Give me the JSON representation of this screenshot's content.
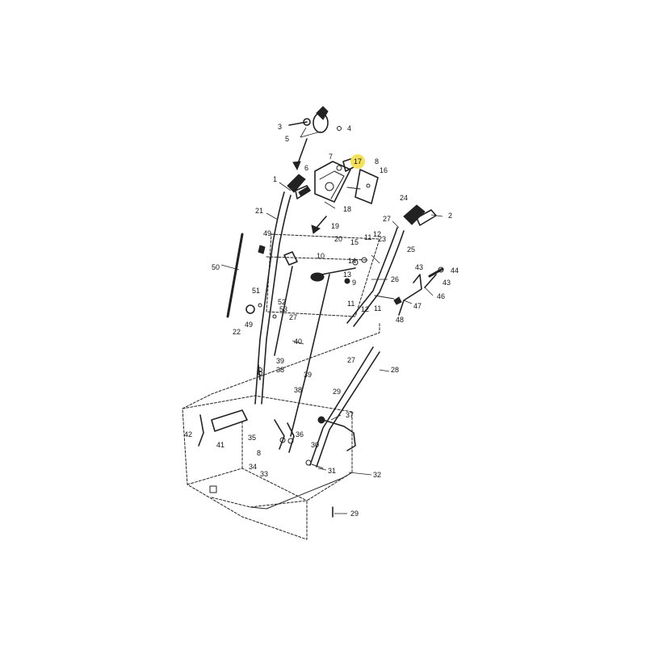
{
  "diagram": {
    "highlight_color": "#f5e05a",
    "labels": [
      {
        "id": "3",
        "text": "3"
      },
      {
        "id": "4",
        "text": "4"
      },
      {
        "id": "5",
        "text": "5"
      },
      {
        "id": "7",
        "text": "7"
      },
      {
        "id": "17",
        "text": "17"
      },
      {
        "id": "8",
        "text": "8"
      },
      {
        "id": "6",
        "text": "6"
      },
      {
        "id": "16",
        "text": "16"
      },
      {
        "id": "1",
        "text": "1"
      },
      {
        "id": "18",
        "text": "18"
      },
      {
        "id": "24",
        "text": "24"
      },
      {
        "id": "2",
        "text": "2"
      },
      {
        "id": "21",
        "text": "21"
      },
      {
        "id": "19",
        "text": "19"
      },
      {
        "id": "27a",
        "text": "27"
      },
      {
        "id": "49a",
        "text": "49"
      },
      {
        "id": "11a",
        "text": "11"
      },
      {
        "id": "12a",
        "text": "12"
      },
      {
        "id": "20",
        "text": "20"
      },
      {
        "id": "15",
        "text": "15"
      },
      {
        "id": "23",
        "text": "23"
      },
      {
        "id": "25",
        "text": "25"
      },
      {
        "id": "50",
        "text": "50"
      },
      {
        "id": "10",
        "text": "10"
      },
      {
        "id": "14",
        "text": "14"
      },
      {
        "id": "43a",
        "text": "43"
      },
      {
        "id": "44",
        "text": "44"
      },
      {
        "id": "13",
        "text": "13"
      },
      {
        "id": "26",
        "text": "26"
      },
      {
        "id": "43b",
        "text": "43"
      },
      {
        "id": "9",
        "text": "9"
      },
      {
        "id": "51",
        "text": "51"
      },
      {
        "id": "52",
        "text": "52"
      },
      {
        "id": "53",
        "text": "53"
      },
      {
        "id": "11b",
        "text": "11"
      },
      {
        "id": "12b",
        "text": "12"
      },
      {
        "id": "11c",
        "text": "11"
      },
      {
        "id": "46",
        "text": "46"
      },
      {
        "id": "47",
        "text": "47"
      },
      {
        "id": "27b",
        "text": "27"
      },
      {
        "id": "48",
        "text": "48"
      },
      {
        "id": "49b",
        "text": "49"
      },
      {
        "id": "22",
        "text": "22"
      },
      {
        "id": "40",
        "text": "40"
      },
      {
        "id": "27c",
        "text": "27"
      },
      {
        "id": "28",
        "text": "28"
      },
      {
        "id": "39a",
        "text": "39"
      },
      {
        "id": "38a",
        "text": "38"
      },
      {
        "id": "39b",
        "text": "39"
      },
      {
        "id": "38b",
        "text": "38"
      },
      {
        "id": "29a",
        "text": "29"
      },
      {
        "id": "37",
        "text": "37"
      },
      {
        "id": "42",
        "text": "42"
      },
      {
        "id": "41",
        "text": "41"
      },
      {
        "id": "35",
        "text": "35"
      },
      {
        "id": "36",
        "text": "36"
      },
      {
        "id": "30",
        "text": "30"
      },
      {
        "id": "8b",
        "text": "8"
      },
      {
        "id": "34",
        "text": "34"
      },
      {
        "id": "33",
        "text": "33"
      },
      {
        "id": "31",
        "text": "31"
      },
      {
        "id": "32",
        "text": "32"
      },
      {
        "id": "29b",
        "text": "29"
      }
    ]
  }
}
